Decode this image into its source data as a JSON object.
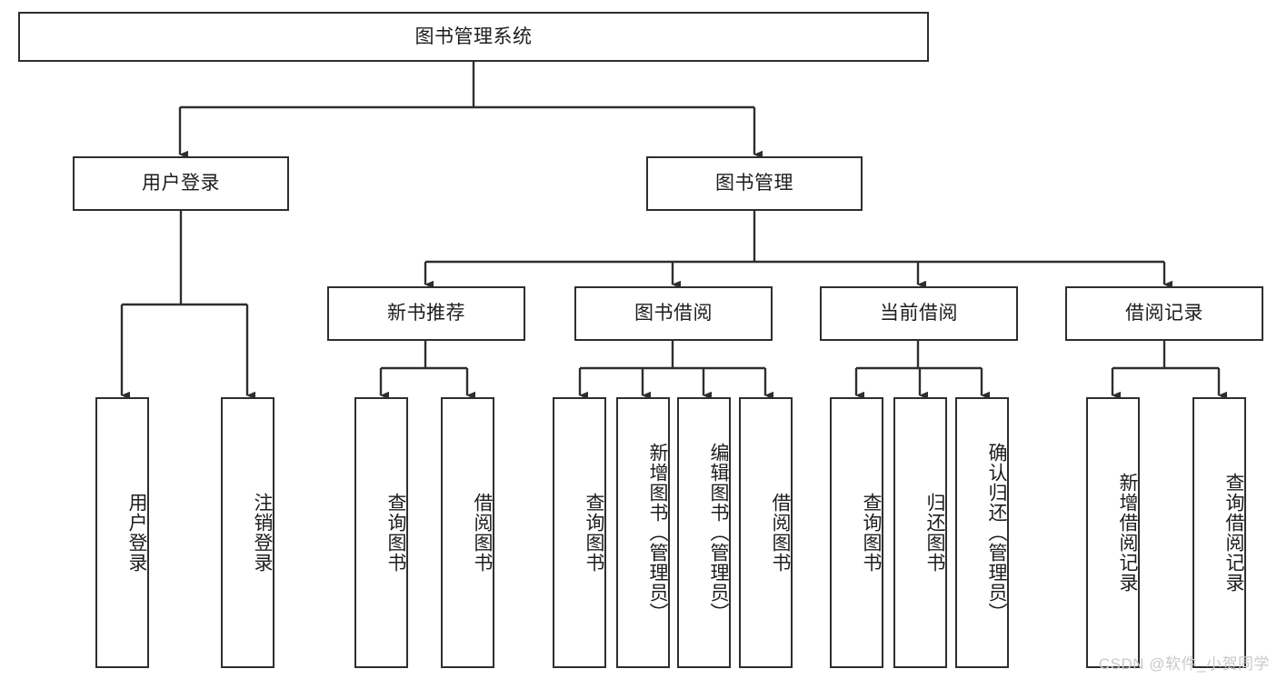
{
  "diagram": {
    "type": "tree-hierarchy",
    "title": "图书管理系统",
    "watermark": "CSDN @软件_小贺同学",
    "colors": {
      "stroke": "#2e2e2e",
      "fill": "#ffffff",
      "text": "#1d1d1d",
      "watermark": "#c9c9c9"
    },
    "nodes": {
      "root": {
        "label": "图书管理系统",
        "level": 0
      },
      "user_login": {
        "label": "用户登录",
        "level": 1
      },
      "book_manage": {
        "label": "图书管理",
        "level": 1
      },
      "new_book_rec": {
        "label": "新书推荐",
        "level": 2
      },
      "book_borrow": {
        "label": "图书借阅",
        "level": 2
      },
      "current_borrow": {
        "label": "当前借阅",
        "level": 2
      },
      "borrow_record": {
        "label": "借阅记录",
        "level": 2
      },
      "leaf_user_login": {
        "label": "用户登录",
        "level": 3
      },
      "leaf_logout": {
        "label": "注销登录",
        "level": 3
      },
      "leaf_query_book_1": {
        "label": "查询图书",
        "level": 3
      },
      "leaf_borrow_book_1": {
        "label": "借阅图书",
        "level": 3
      },
      "leaf_query_book_2": {
        "label": "查询图书",
        "level": 3
      },
      "leaf_add_book": {
        "label": "新增图书（管理员）",
        "level": 3
      },
      "leaf_edit_book": {
        "label": "编辑图书（管理员）",
        "level": 3
      },
      "leaf_borrow_book_2": {
        "label": "借阅图书",
        "level": 3
      },
      "leaf_query_book_3": {
        "label": "查询图书",
        "level": 3
      },
      "leaf_return_book": {
        "label": "归还图书",
        "level": 3
      },
      "leaf_confirm_return": {
        "label": "确认归还（管理员）",
        "level": 3
      },
      "leaf_add_record": {
        "label": "新增借阅记录",
        "level": 3
      },
      "leaf_query_record": {
        "label": "查询借阅记录",
        "level": 3
      }
    },
    "edges": [
      {
        "from": "root",
        "to": "user_login"
      },
      {
        "from": "root",
        "to": "book_manage"
      },
      {
        "from": "user_login",
        "to": "leaf_user_login"
      },
      {
        "from": "user_login",
        "to": "leaf_logout"
      },
      {
        "from": "book_manage",
        "to": "new_book_rec"
      },
      {
        "from": "book_manage",
        "to": "book_borrow"
      },
      {
        "from": "book_manage",
        "to": "current_borrow"
      },
      {
        "from": "book_manage",
        "to": "borrow_record"
      },
      {
        "from": "new_book_rec",
        "to": "leaf_query_book_1"
      },
      {
        "from": "new_book_rec",
        "to": "leaf_borrow_book_1"
      },
      {
        "from": "book_borrow",
        "to": "leaf_query_book_2"
      },
      {
        "from": "book_borrow",
        "to": "leaf_add_book"
      },
      {
        "from": "book_borrow",
        "to": "leaf_edit_book"
      },
      {
        "from": "book_borrow",
        "to": "leaf_borrow_book_2"
      },
      {
        "from": "current_borrow",
        "to": "leaf_query_book_3"
      },
      {
        "from": "current_borrow",
        "to": "leaf_return_book"
      },
      {
        "from": "current_borrow",
        "to": "leaf_confirm_return"
      },
      {
        "from": "borrow_record",
        "to": "leaf_add_record"
      },
      {
        "from": "borrow_record",
        "to": "leaf_query_record"
      }
    ]
  }
}
